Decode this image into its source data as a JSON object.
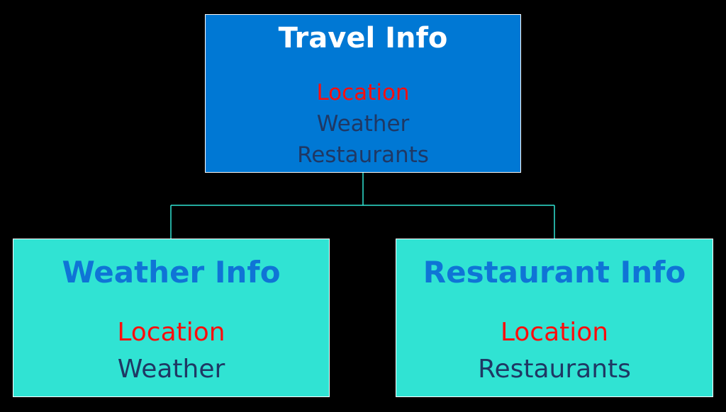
{
  "colors": {
    "background": "#000000",
    "top_box_fill": "#0078d4",
    "child_box_fill": "#30e3d3",
    "top_title": "#ffffff",
    "child_title": "#0f74d6",
    "highlight_text": "#ff0d0d",
    "normal_text": "#1f3864",
    "connector": "#30e3d3"
  },
  "top": {
    "title": "Travel Info",
    "items": [
      "Location",
      "Weather",
      "Restaurants"
    ]
  },
  "left": {
    "title": "Weather Info",
    "items": [
      "Location",
      "Weather"
    ]
  },
  "right": {
    "title": "Restaurant Info",
    "items": [
      "Location",
      "Restaurants"
    ]
  }
}
